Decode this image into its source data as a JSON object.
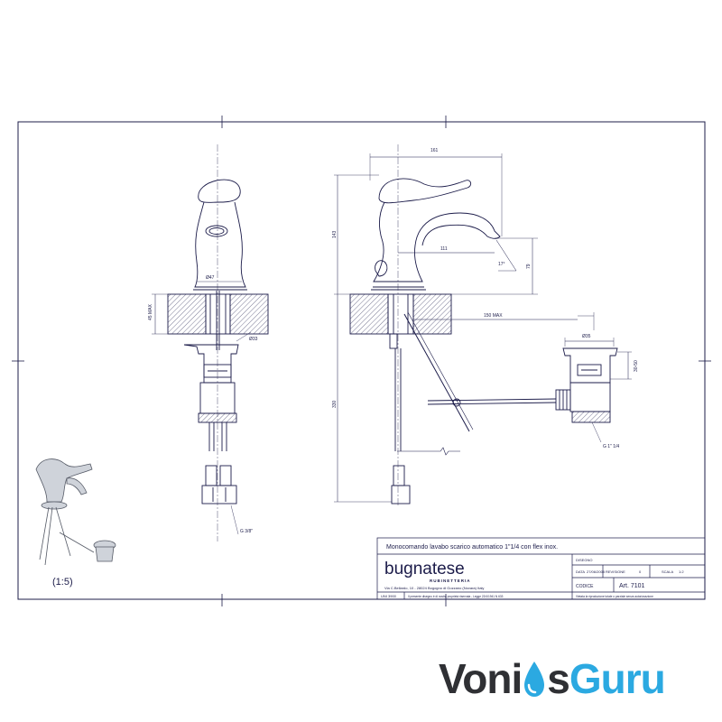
{
  "drawing": {
    "dims": {
      "top_width": "161",
      "height_spout": "143",
      "spout_reach": "111",
      "angle": "17°",
      "spout_height": "79",
      "deck_max": "45 MAX",
      "body_dia": "Ø47",
      "hole_dia": "Ø33",
      "pop_dia": "Ø35",
      "pop_len": "150 MAX",
      "below_deck": "330",
      "waste_h": "30-50",
      "waste_thread": "G 1\" 1/4",
      "flex_thread": "G 3/8\""
    },
    "scale_note": "(1:5)"
  },
  "title_block": {
    "description": "Monocomando lavabo scarico automatico 1\"1/4 con flex inox.",
    "brand": "bugnatese",
    "brand_sub": "RUBINETTERIA",
    "address": "Via C.Bellardo, 10 - 28024 Bogogno di Gozzano (Novara) Italy",
    "disegno_label": "DISEGNO",
    "data_label": "DATA",
    "data_value": "27/06/2008",
    "revisione_label": "REVISIONE",
    "revisione_value": "0",
    "scala_label": "SCALA",
    "scala_value": "1:2",
    "codice_label": "CODICE",
    "art_label": "Art. 7101",
    "sheet_label": "UNI 3900",
    "legal_1": "Il presente disegno è di nostra proprietà riservata - Legge 22/4/1941 N 633",
    "legal_2": "Vietata la riproduzione totale o parziale senza autorizzazione"
  },
  "watermark": {
    "part1": "Voni",
    "part2": "s",
    "part3": "Guru"
  },
  "colors": {
    "line": "#1c1c4a",
    "water_blue": "#2ba9e1",
    "brand_dark": "#2f3034"
  }
}
